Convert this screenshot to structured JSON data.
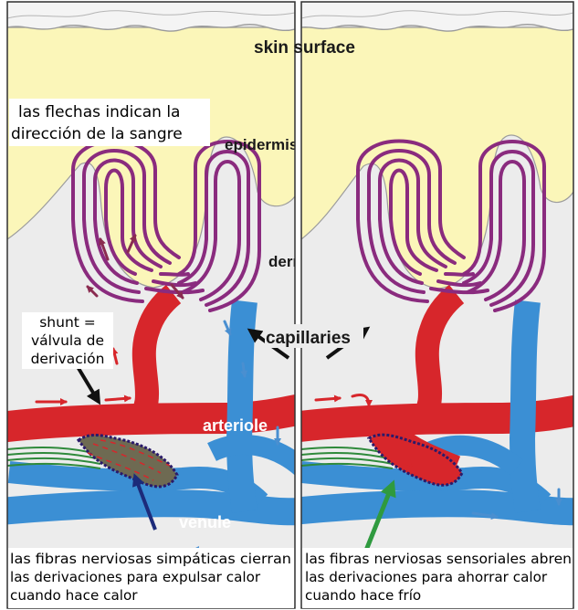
{
  "title": "skin surface",
  "labels": {
    "epidermis": "epidermis",
    "dermis": "dermis",
    "capillaries": "capillaries",
    "arteriole": "arteriole",
    "venule": "venule"
  },
  "notes": {
    "arrows_line1": "las flechas indican la",
    "arrows_line2": "dirección de la sangre",
    "shunt_line1": "shunt =",
    "shunt_line2": "válvula de",
    "shunt_line3": "derivación"
  },
  "captions": {
    "left": [
      "las fibras nerviosas simpáticas cierran",
      "las derivaciones para expulsar calor",
      "cuando hace calor"
    ],
    "right": [
      "las fibras nerviosas sensoriales abren",
      "las derivaciones para ahorrar calor",
      "cuando hace frío"
    ]
  },
  "colors": {
    "epidermis": "#fbf6b9",
    "dermis": "#ececec",
    "arteriole": "#d7262b",
    "venule": "#3b8fd4",
    "capillary": "#8a2b7e",
    "nerve_fibers": "#2f8a3b",
    "shunt": "#6e6a52"
  }
}
